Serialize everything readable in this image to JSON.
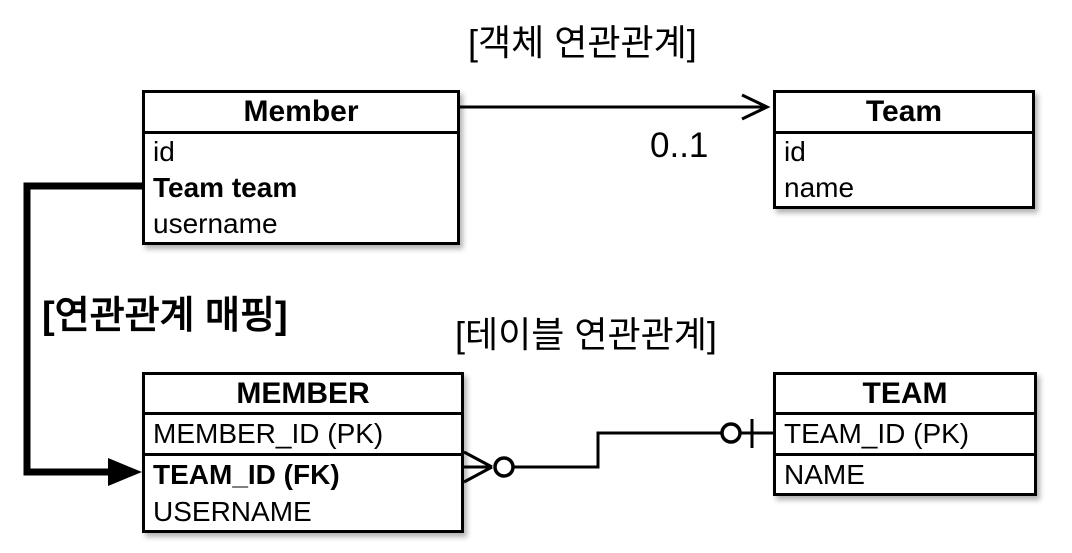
{
  "titles": {
    "object_relation": "[객체 연관관계]",
    "mapping": "[연관관계 매핑]",
    "table_relation": "[테이블 연관관계]"
  },
  "object_diagram": {
    "member": {
      "title": "Member",
      "fields": [
        "id",
        "Team team",
        "username"
      ]
    },
    "team": {
      "title": "Team",
      "fields": [
        "id",
        "name"
      ]
    },
    "cardinality": "0..1"
  },
  "table_diagram": {
    "member": {
      "title": "MEMBER",
      "fields": [
        "MEMBER_ID (PK)",
        "TEAM_ID (FK)",
        "USERNAME"
      ]
    },
    "team": {
      "title": "TEAM",
      "fields": [
        "TEAM_ID (PK)",
        "NAME"
      ]
    }
  },
  "connectors": {
    "object_arrow": "open-arrow-right",
    "mapping_arrow": "thick-elbow-arrow",
    "table_relation": "crow-foot-many-optional-to-one-optional"
  },
  "colors": {
    "line": "#000000",
    "background": "#ffffff",
    "box_fill": "#ffffff"
  }
}
